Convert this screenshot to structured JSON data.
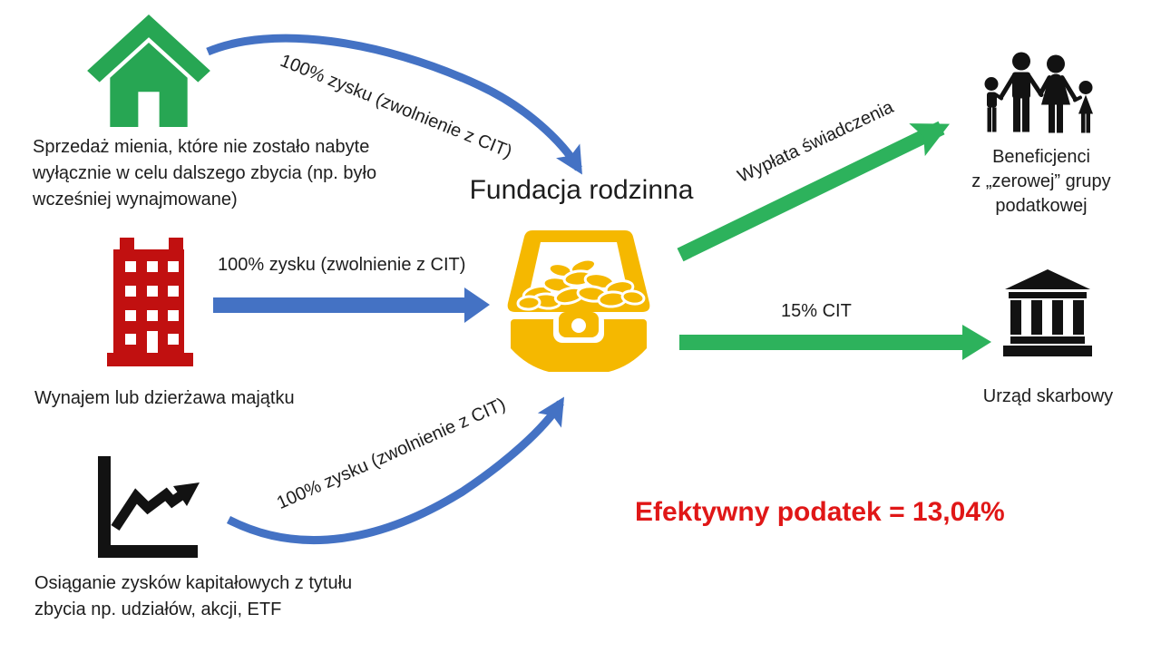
{
  "title": "Fundacja rodzinna",
  "sources": [
    {
      "id": "property-sale",
      "icon": "house-icon",
      "label": "Sprzedaż mienia, które nie zostało nabyte\nwyłącznie w celu dalszego zbycia (np. było\nwcześniej wynajmowane)"
    },
    {
      "id": "rental",
      "icon": "building-icon",
      "label": "Wynajem lub dzierżawa majątku"
    },
    {
      "id": "capital-gains",
      "icon": "chart-icon",
      "label": "Osiąganie zysków kapitałowych z tytułu\nzbycia np. udziałów, akcji, ETF"
    }
  ],
  "destinations": [
    {
      "id": "beneficiaries",
      "icon": "family-icon",
      "label": "Beneficjenci\nz „zerowej” grupy\npodatkowej"
    },
    {
      "id": "tax-office",
      "icon": "bank-icon",
      "label": "Urząd skarbowy"
    }
  ],
  "flows": {
    "from_property_sale": "100% zysku (zwolnienie z CIT)",
    "from_rental": "100% zysku (zwolnienie z CIT)",
    "from_capital_gains": "100% zysku (zwolnienie z CIT)",
    "to_beneficiaries": "Wypłata świadczenia",
    "to_tax_office": "15% CIT"
  },
  "summary": "Efektywny podatek = 13,04%",
  "colors": {
    "blue": "#4472C4",
    "green": "#2DB25C",
    "house_green": "#27A653",
    "building_red": "#C11010",
    "chest_gold": "#F5B800",
    "summary_red": "#E01717",
    "text": "#1d1d1d"
  }
}
